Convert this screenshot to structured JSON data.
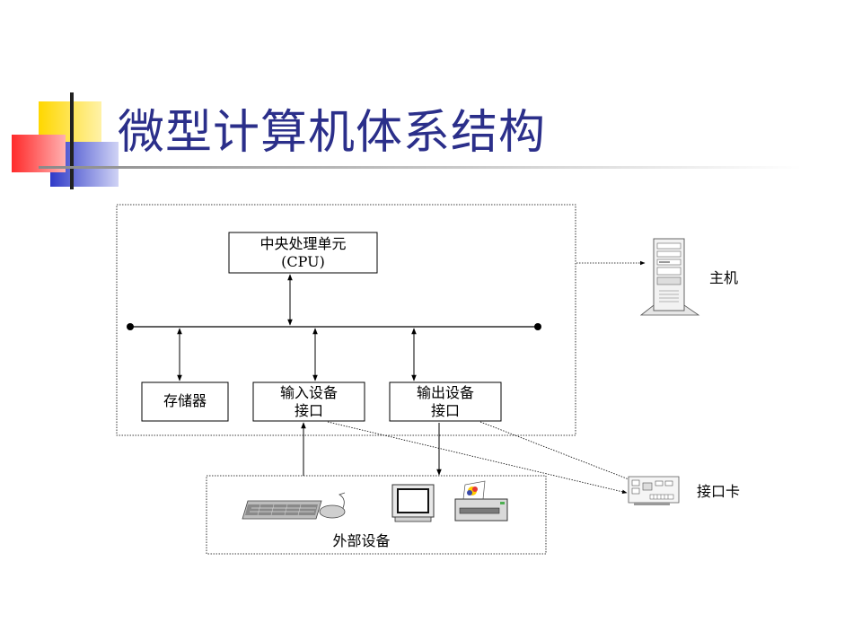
{
  "slide": {
    "title": "微型计算机体系结构"
  },
  "diagram": {
    "cpu": {
      "line1": "中央处理单元",
      "line2": "(CPU)"
    },
    "memory": {
      "label": "存储器"
    },
    "input_interface": {
      "line1": "输入设备",
      "line2": "接口"
    },
    "output_interface": {
      "line1": "输出设备",
      "line2": "接口"
    },
    "host": {
      "label": "主机",
      "icon": "server-tower-icon"
    },
    "interface_card": {
      "label": "接口卡",
      "icon": "interface-card-icon"
    },
    "peripherals": {
      "label": "外部设备",
      "icons": [
        "keyboard-icon",
        "mouse-icon",
        "monitor-icon",
        "printer-icon"
      ]
    }
  },
  "colors": {
    "title": "#2b2f8a",
    "deco_yellow": "#ffd700",
    "deco_red": "#ff3b3b",
    "deco_blue": "#2f3ac8"
  }
}
